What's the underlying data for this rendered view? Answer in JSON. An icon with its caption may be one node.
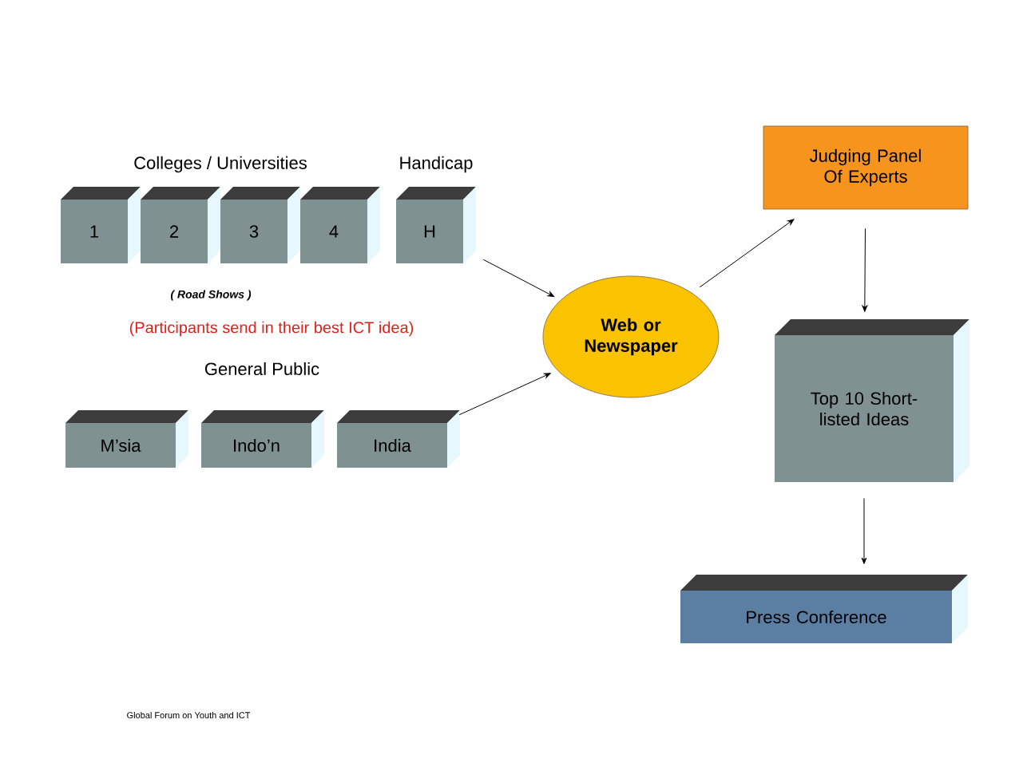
{
  "diagram": {
    "nodes": [
      {
        "text": [
          "1"
        ]
      },
      {
        "text": [
          "2"
        ]
      },
      {
        "text": [
          "3"
        ]
      },
      {
        "text": [
          "4"
        ]
      },
      {
        "text": [
          "H"
        ]
      },
      {
        "text": [
          "M’sia"
        ]
      },
      {
        "text": [
          "Indo’n"
        ]
      },
      {
        "text": [
          "India"
        ]
      },
      {
        "text": [
          "Web or Newspaper"
        ]
      },
      {
        "text": [
          "Judging Panel Of Experts"
        ]
      },
      {
        "text": [
          "Top 10 Short-listed Ideas"
        ]
      },
      {
        "text": [
          "Press Conference"
        ]
      }
    ],
    "edges": [
      {
        "from": 4,
        "to": 8,
        "arrow": "to"
      },
      {
        "from": 7,
        "to": 8,
        "arrow": "to"
      },
      {
        "from": 8,
        "to": 9,
        "arrow": "to"
      },
      {
        "from": 9,
        "to": 10,
        "arrow": "to"
      },
      {
        "from": 10,
        "to": 11,
        "arrow": "to"
      }
    ],
    "labels": [
      "Colleges / Universities",
      "Handicap",
      "( Road Shows )",
      "(Participants send in their best ICT idea)",
      "General Public",
      "Global Forum on Youth and ICT"
    ]
  }
}
